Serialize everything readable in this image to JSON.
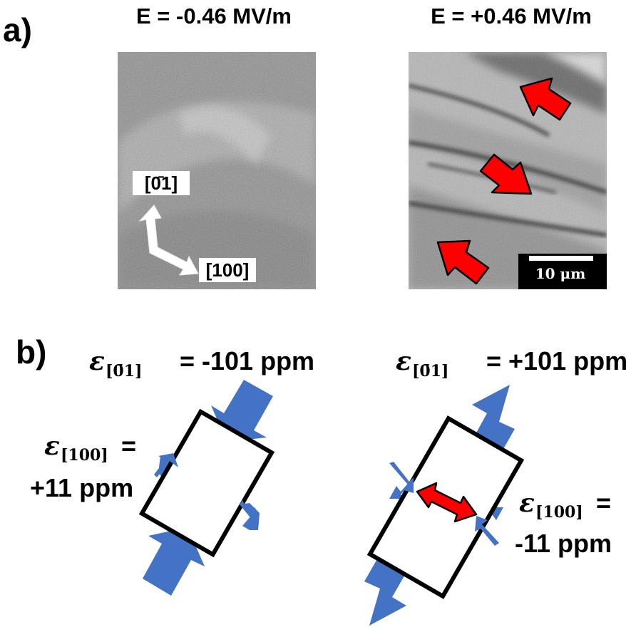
{
  "panel_a": {
    "label": "a)",
    "left_title": "E = -0.46 MV/m",
    "right_title": "E = +0.46 MV/m",
    "axis_up": "[0̄1]",
    "axis_right": "[100]",
    "scale_bar": "10 μm"
  },
  "panel_b": {
    "label": "b)",
    "left": {
      "strain_long_symbol": "ε",
      "strain_long_sub": "[0̄1]",
      "strain_long_value": "= -101 ppm",
      "strain_trans_symbol": "ε",
      "strain_trans_sub": "[100]",
      "strain_trans_eq": "=",
      "strain_trans_value": "+11 ppm"
    },
    "right": {
      "strain_long_symbol": "ε",
      "strain_long_sub": "[0̄1]",
      "strain_long_value": "= +101 ppm",
      "strain_trans_symbol": "ε",
      "strain_trans_sub": "[100]",
      "strain_trans_eq": "=",
      "strain_trans_value": "-11 ppm"
    }
  },
  "colors": {
    "blue_arrow": "#4472c4",
    "red_arrow": "#ff0000",
    "frame": "#000000"
  }
}
